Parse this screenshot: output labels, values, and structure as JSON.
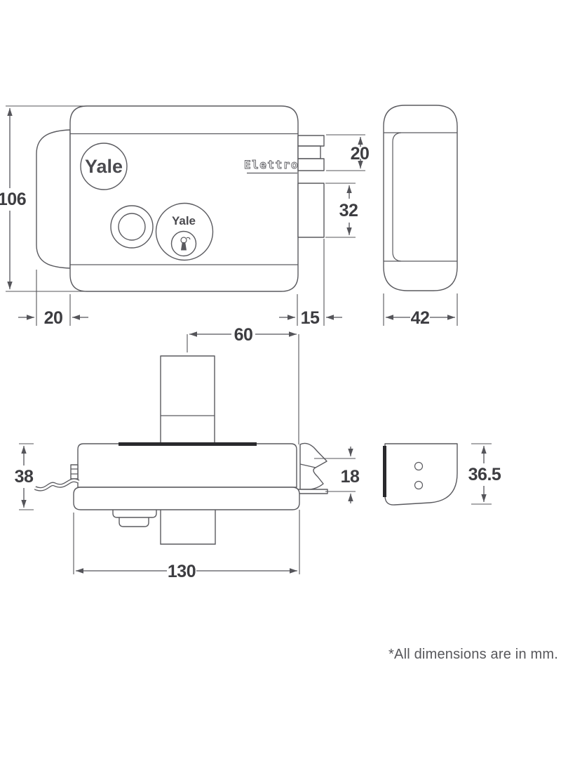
{
  "drawing": {
    "brand_logo": "Yale",
    "cylinder_label": "Yale",
    "model_label": "Elettro",
    "footnote": "*All dimensions are in mm.",
    "units": "mm"
  },
  "dims": {
    "front_height": "106",
    "backplate_offset": "20",
    "faceplate_width": "15",
    "latch_height": "20",
    "deadbolt_height": "32",
    "case_depth": "42",
    "backset": "60",
    "body_depth": "38",
    "latch_throw": "18",
    "body_length": "130",
    "strike_height": "36.5"
  },
  "colors": {
    "line": "#5a5a5f",
    "dimension_text": "#3d3d41",
    "seal_strip_black": "#2a2a2d",
    "footnote_gray": "#57575b",
    "background": "#ffffff"
  }
}
